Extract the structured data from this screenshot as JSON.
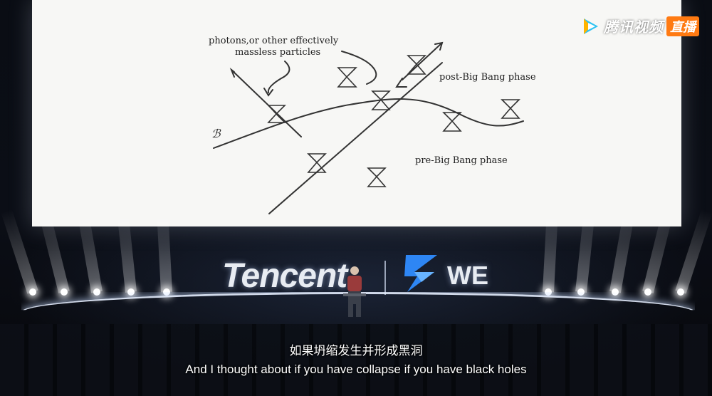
{
  "watermark": {
    "brand": "腾讯视频",
    "live": "直播",
    "logo_colors": [
      "#2ec3f2",
      "#ffb400",
      "#3cc96a"
    ]
  },
  "slide": {
    "labels": {
      "photons_line1": "photons,or other effectively",
      "photons_line2": "massless particles",
      "post": "post-Big Bang phase",
      "pre": "pre-Big Bang phase",
      "script_b": "ℬ"
    }
  },
  "stage": {
    "brand_left": "Tencent",
    "brand_right": "WE",
    "accent": "#2f8cff"
  },
  "subtitles": {
    "chinese": "如果坍缩发生并形成黑洞",
    "english": "And I thought about if you have collapse if you have black holes"
  }
}
